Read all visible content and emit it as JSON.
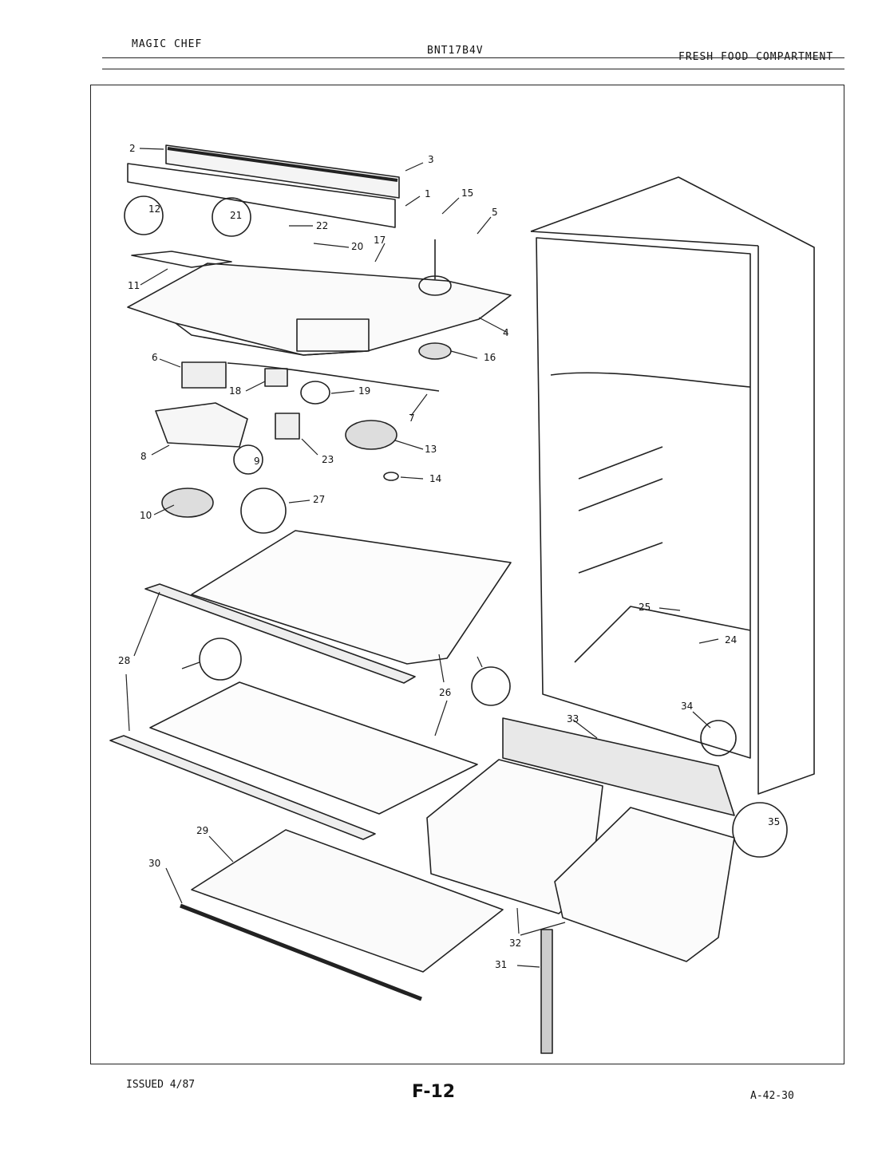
{
  "header": {
    "brand": "MAGIC CHEF",
    "model": "BNT17B4V",
    "section": "FRESH FOOD COMPARTMENT"
  },
  "footer": {
    "issued": "ISSUED 4/87",
    "page": "F-12",
    "code": "A-42-30"
  },
  "callouts": [
    "1",
    "2",
    "3",
    "4",
    "5",
    "6",
    "7",
    "8",
    "9",
    "10",
    "11",
    "12",
    "13",
    "14",
    "15",
    "16",
    "17",
    "18",
    "19",
    "20",
    "21",
    "22",
    "23",
    "24",
    "25",
    "26",
    "27",
    "28",
    "29",
    "30",
    "31",
    "32",
    "33",
    "34",
    "35"
  ]
}
